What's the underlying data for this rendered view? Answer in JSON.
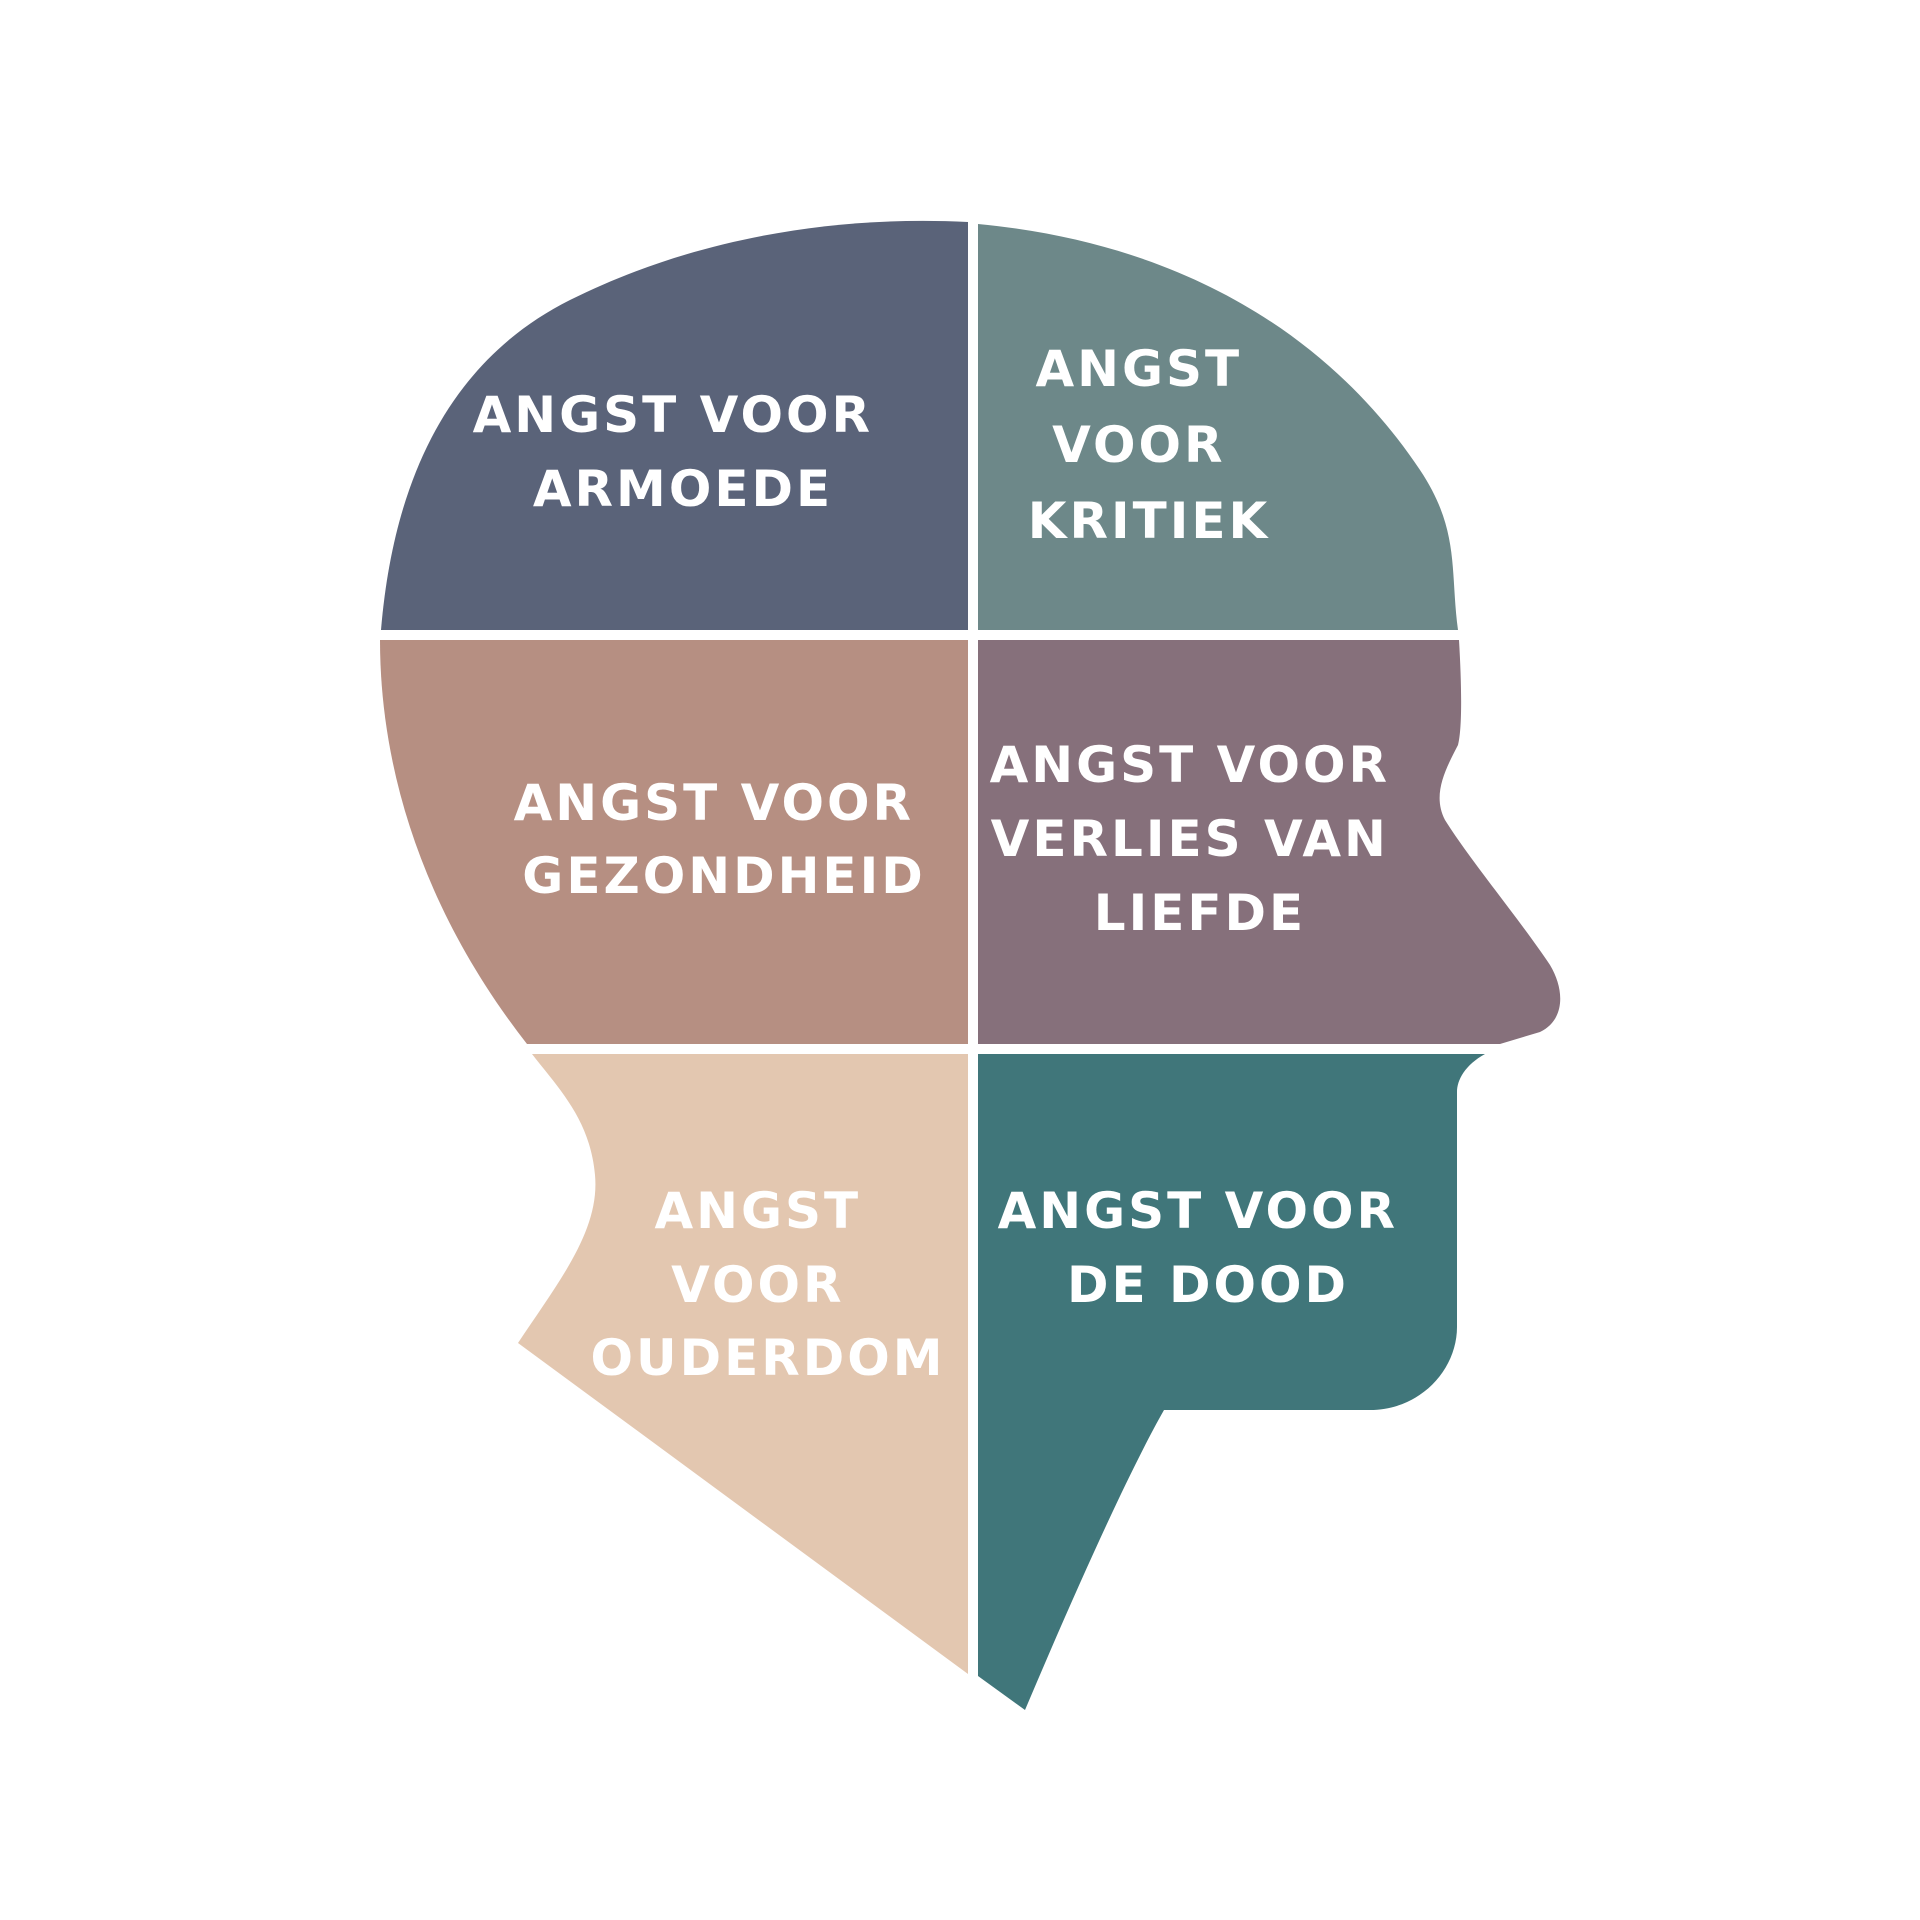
{
  "diagram": {
    "segments": [
      {
        "key": "armoede",
        "color": "#5a6379",
        "lines": [
          "ANGST VOOR",
          "ARMOEDE"
        ]
      },
      {
        "key": "kritiek",
        "color": "#6d8889",
        "lines": [
          "ANGST",
          "VOOR",
          "KRITIEK"
        ]
      },
      {
        "key": "gezondheid",
        "color": "#b68f82",
        "lines": [
          "ANGST VOOR",
          "GEZONDHEID"
        ]
      },
      {
        "key": "liefde",
        "color": "#86707b",
        "lines": [
          "ANGST VOOR",
          "VERLIES VAN",
          "LIEFDE"
        ]
      },
      {
        "key": "ouderdom",
        "color": "#e3c7b0",
        "lines": [
          "ANGST",
          "VOOR",
          "OUDERDOM"
        ]
      },
      {
        "key": "dood",
        "color": "#40767a",
        "lines": [
          "ANGST VOOR",
          "DE DOOD"
        ]
      }
    ]
  }
}
